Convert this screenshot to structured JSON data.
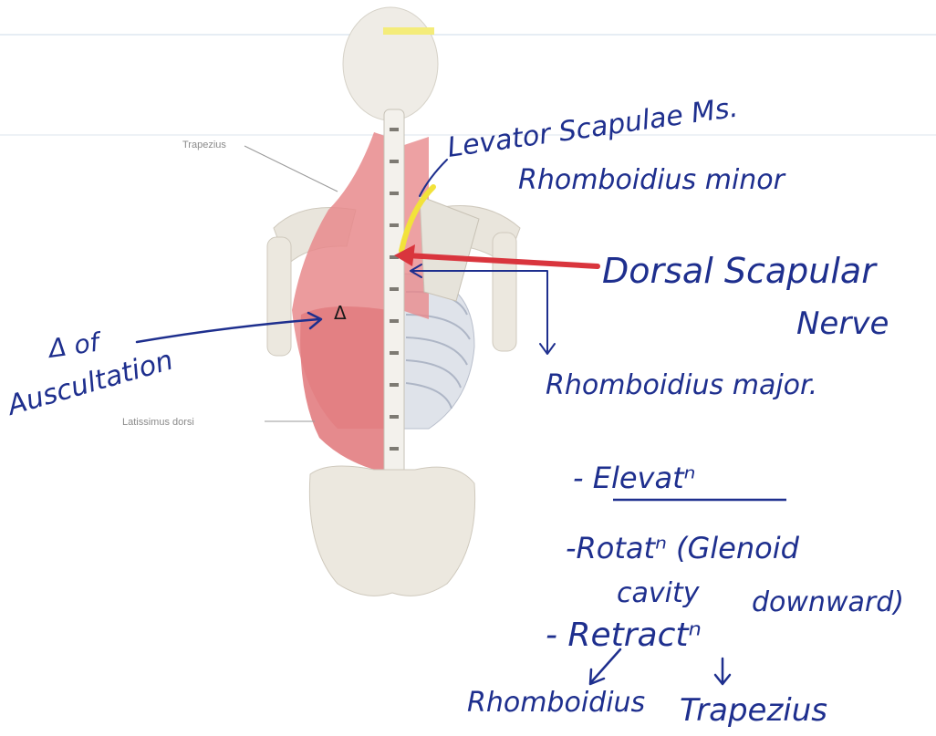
{
  "printed_labels": {
    "trapezius": "Trapezius",
    "latissimus_dorsi": "Latissimus dorsi"
  },
  "handwritten": {
    "levator": "Levator Scapulae Ms.",
    "rhomboid_minor": "Rhomboidius minor",
    "dorsal_nerve_line1": "Dorsal Scapular",
    "dorsal_nerve_line2": "Nerve",
    "rhomboid_major": "Rhomboidius major.",
    "triangle_line1": "Δ of",
    "triangle_line2": "Auscultation",
    "triangle_mark": "Δ",
    "action_elevation": "- Elevatⁿ",
    "action_rotation_line1": "-Rotatⁿ (Glenoid",
    "action_rotation_line2": "cavity",
    "action_rotation_line3": "downward)",
    "action_retraction": "- Retractⁿ",
    "retraction_muscle_1": "Rhomboidius",
    "retraction_muscle_2": "Trapezius"
  },
  "colors": {
    "ink": "#1e2f8e",
    "nerve_arrow": "#d9353d",
    "muscle": "#e8898c",
    "nerve": "#f2e23a",
    "bone": "#ece9e1"
  }
}
